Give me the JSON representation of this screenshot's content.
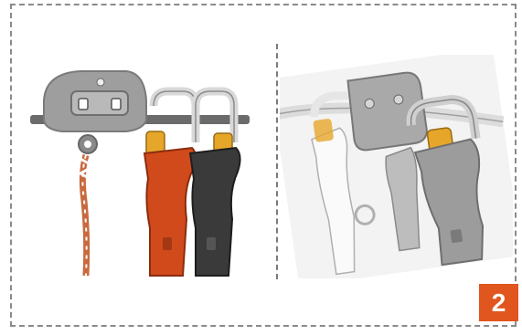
{
  "step_badge": {
    "label": "2",
    "color": "#e1551e"
  },
  "illustrations": {
    "left": {
      "icon": "belay-device-two-carabiners-illustration"
    },
    "right": {
      "icon": "belay-device-rope-threading-illustration"
    }
  },
  "colors": {
    "orange_carabiner": "#d04a1c",
    "dark_carabiner": "#3a3a3a",
    "gate_gold": "#e6a62a",
    "device_gray": "#9c9c9c",
    "frame_dash": "#8a8a8a"
  }
}
